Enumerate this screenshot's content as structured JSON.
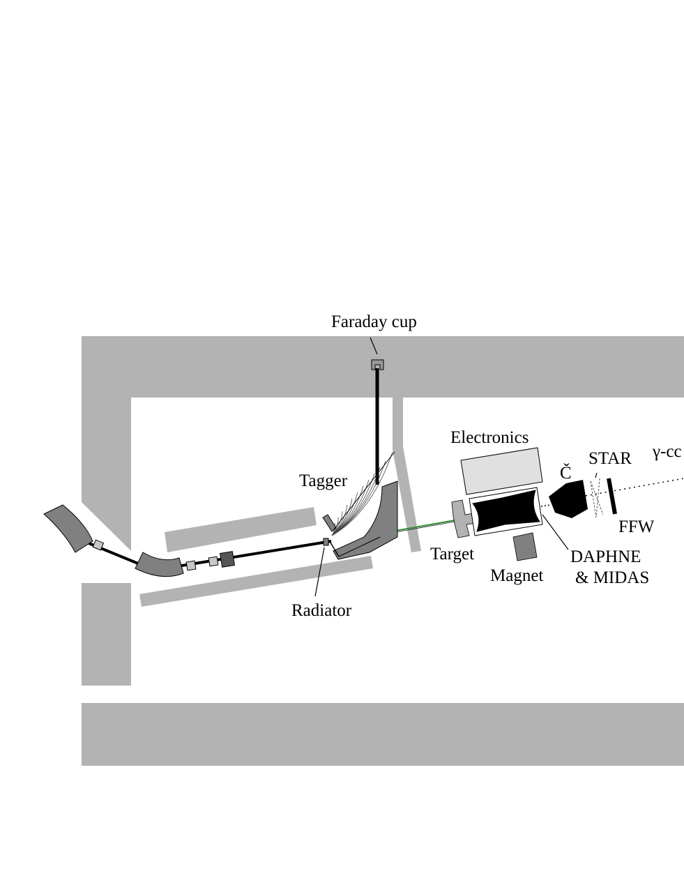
{
  "labels": {
    "faraday_cup": "Faraday cup",
    "electronics": "Electronics",
    "tagger": "Tagger",
    "cherenkov": "Č",
    "star": "STAR",
    "gamma_counter": "γ-cc",
    "ffw": "FFW",
    "target": "Target",
    "daphne": "DAPHNE",
    "midas": "& MIDAS",
    "magnet": "Magnet",
    "radiator": "Radiator"
  },
  "colors": {
    "wall": "#b3b3b3",
    "magnet_dark": "#808080",
    "element_light": "#c8c8c8",
    "electronics_fill": "#e0e0e0",
    "beam": "#000000",
    "photon_beam": "#2e8b2e"
  }
}
